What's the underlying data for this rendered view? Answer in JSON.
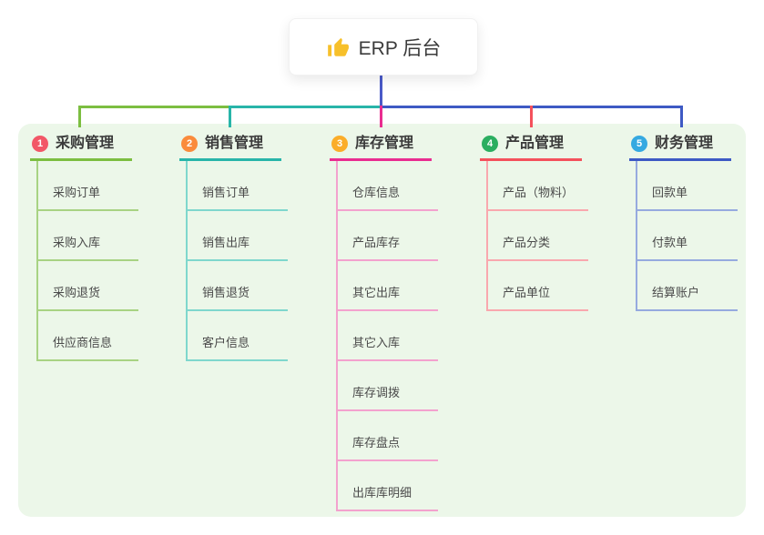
{
  "root": {
    "label": "ERP 后台",
    "icon": "thumbs-up-icon",
    "icon_color": "#F7C02A",
    "stem_color": "#4A5AC8"
  },
  "panel": {
    "background": "#ECF7E9"
  },
  "connectors": {
    "bus_segment_colors": [
      "#7CBE41",
      "#28B5A9",
      "#3E5AC4"
    ]
  },
  "branches": [
    {
      "number": "1",
      "title": "采购管理",
      "badge_color": "#F25767",
      "line_color": "#7CBE41",
      "light_color": "#A8D383",
      "children": [
        "采购订单",
        "采购入库",
        "采购退货",
        "供应商信息"
      ]
    },
    {
      "number": "2",
      "title": "销售管理",
      "badge_color": "#FA8B3C",
      "line_color": "#28B5A9",
      "light_color": "#7FD7CD",
      "children": [
        "销售订单",
        "销售出库",
        "销售退货",
        "客户信息"
      ]
    },
    {
      "number": "3",
      "title": "库存管理",
      "badge_color": "#FBAD29",
      "line_color": "#E92D90",
      "light_color": "#F3A2CE",
      "children": [
        "仓库信息",
        "产品库存",
        "其它出库",
        "其它入库",
        "库存调拨",
        "库存盘点",
        "出库库明细"
      ]
    },
    {
      "number": "4",
      "title": "产品管理",
      "badge_color": "#2BAE60",
      "line_color": "#F4515C",
      "light_color": "#F9A8AE",
      "children": [
        "产品（物料）",
        "产品分类",
        "产品单位"
      ]
    },
    {
      "number": "5",
      "title": "财务管理",
      "badge_color": "#35A9E1",
      "line_color": "#3E5AC4",
      "light_color": "#96AADF",
      "children": [
        "回款单",
        "付款单",
        "结算账户"
      ]
    }
  ]
}
